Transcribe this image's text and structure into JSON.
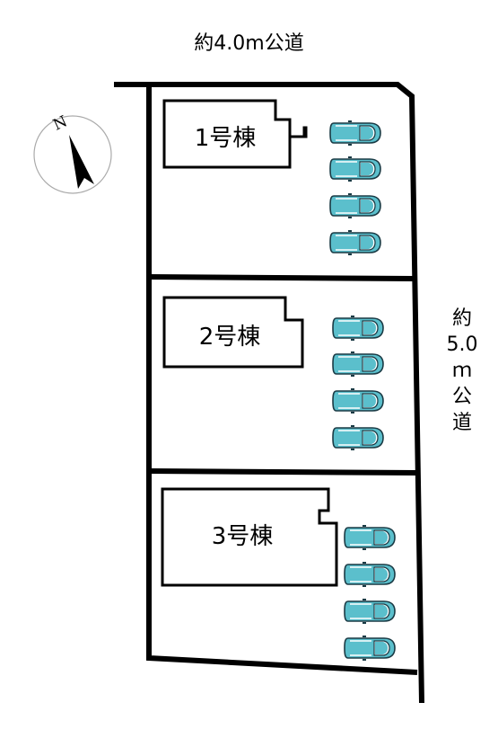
{
  "roads": {
    "north": "約4.0m公道",
    "east_lines": [
      "約",
      "5.0",
      "ｍ",
      "公",
      "道"
    ]
  },
  "compass": {
    "letter": "N"
  },
  "lots": [
    {
      "label": "1号棟",
      "cars": 4
    },
    {
      "label": "2号棟",
      "cars": 4
    },
    {
      "label": "3号棟",
      "cars": 4
    }
  ],
  "colors": {
    "car_body": "#5bbfcc",
    "car_outline": "#1a3a44",
    "boundary": "#000000",
    "background": "#ffffff"
  }
}
